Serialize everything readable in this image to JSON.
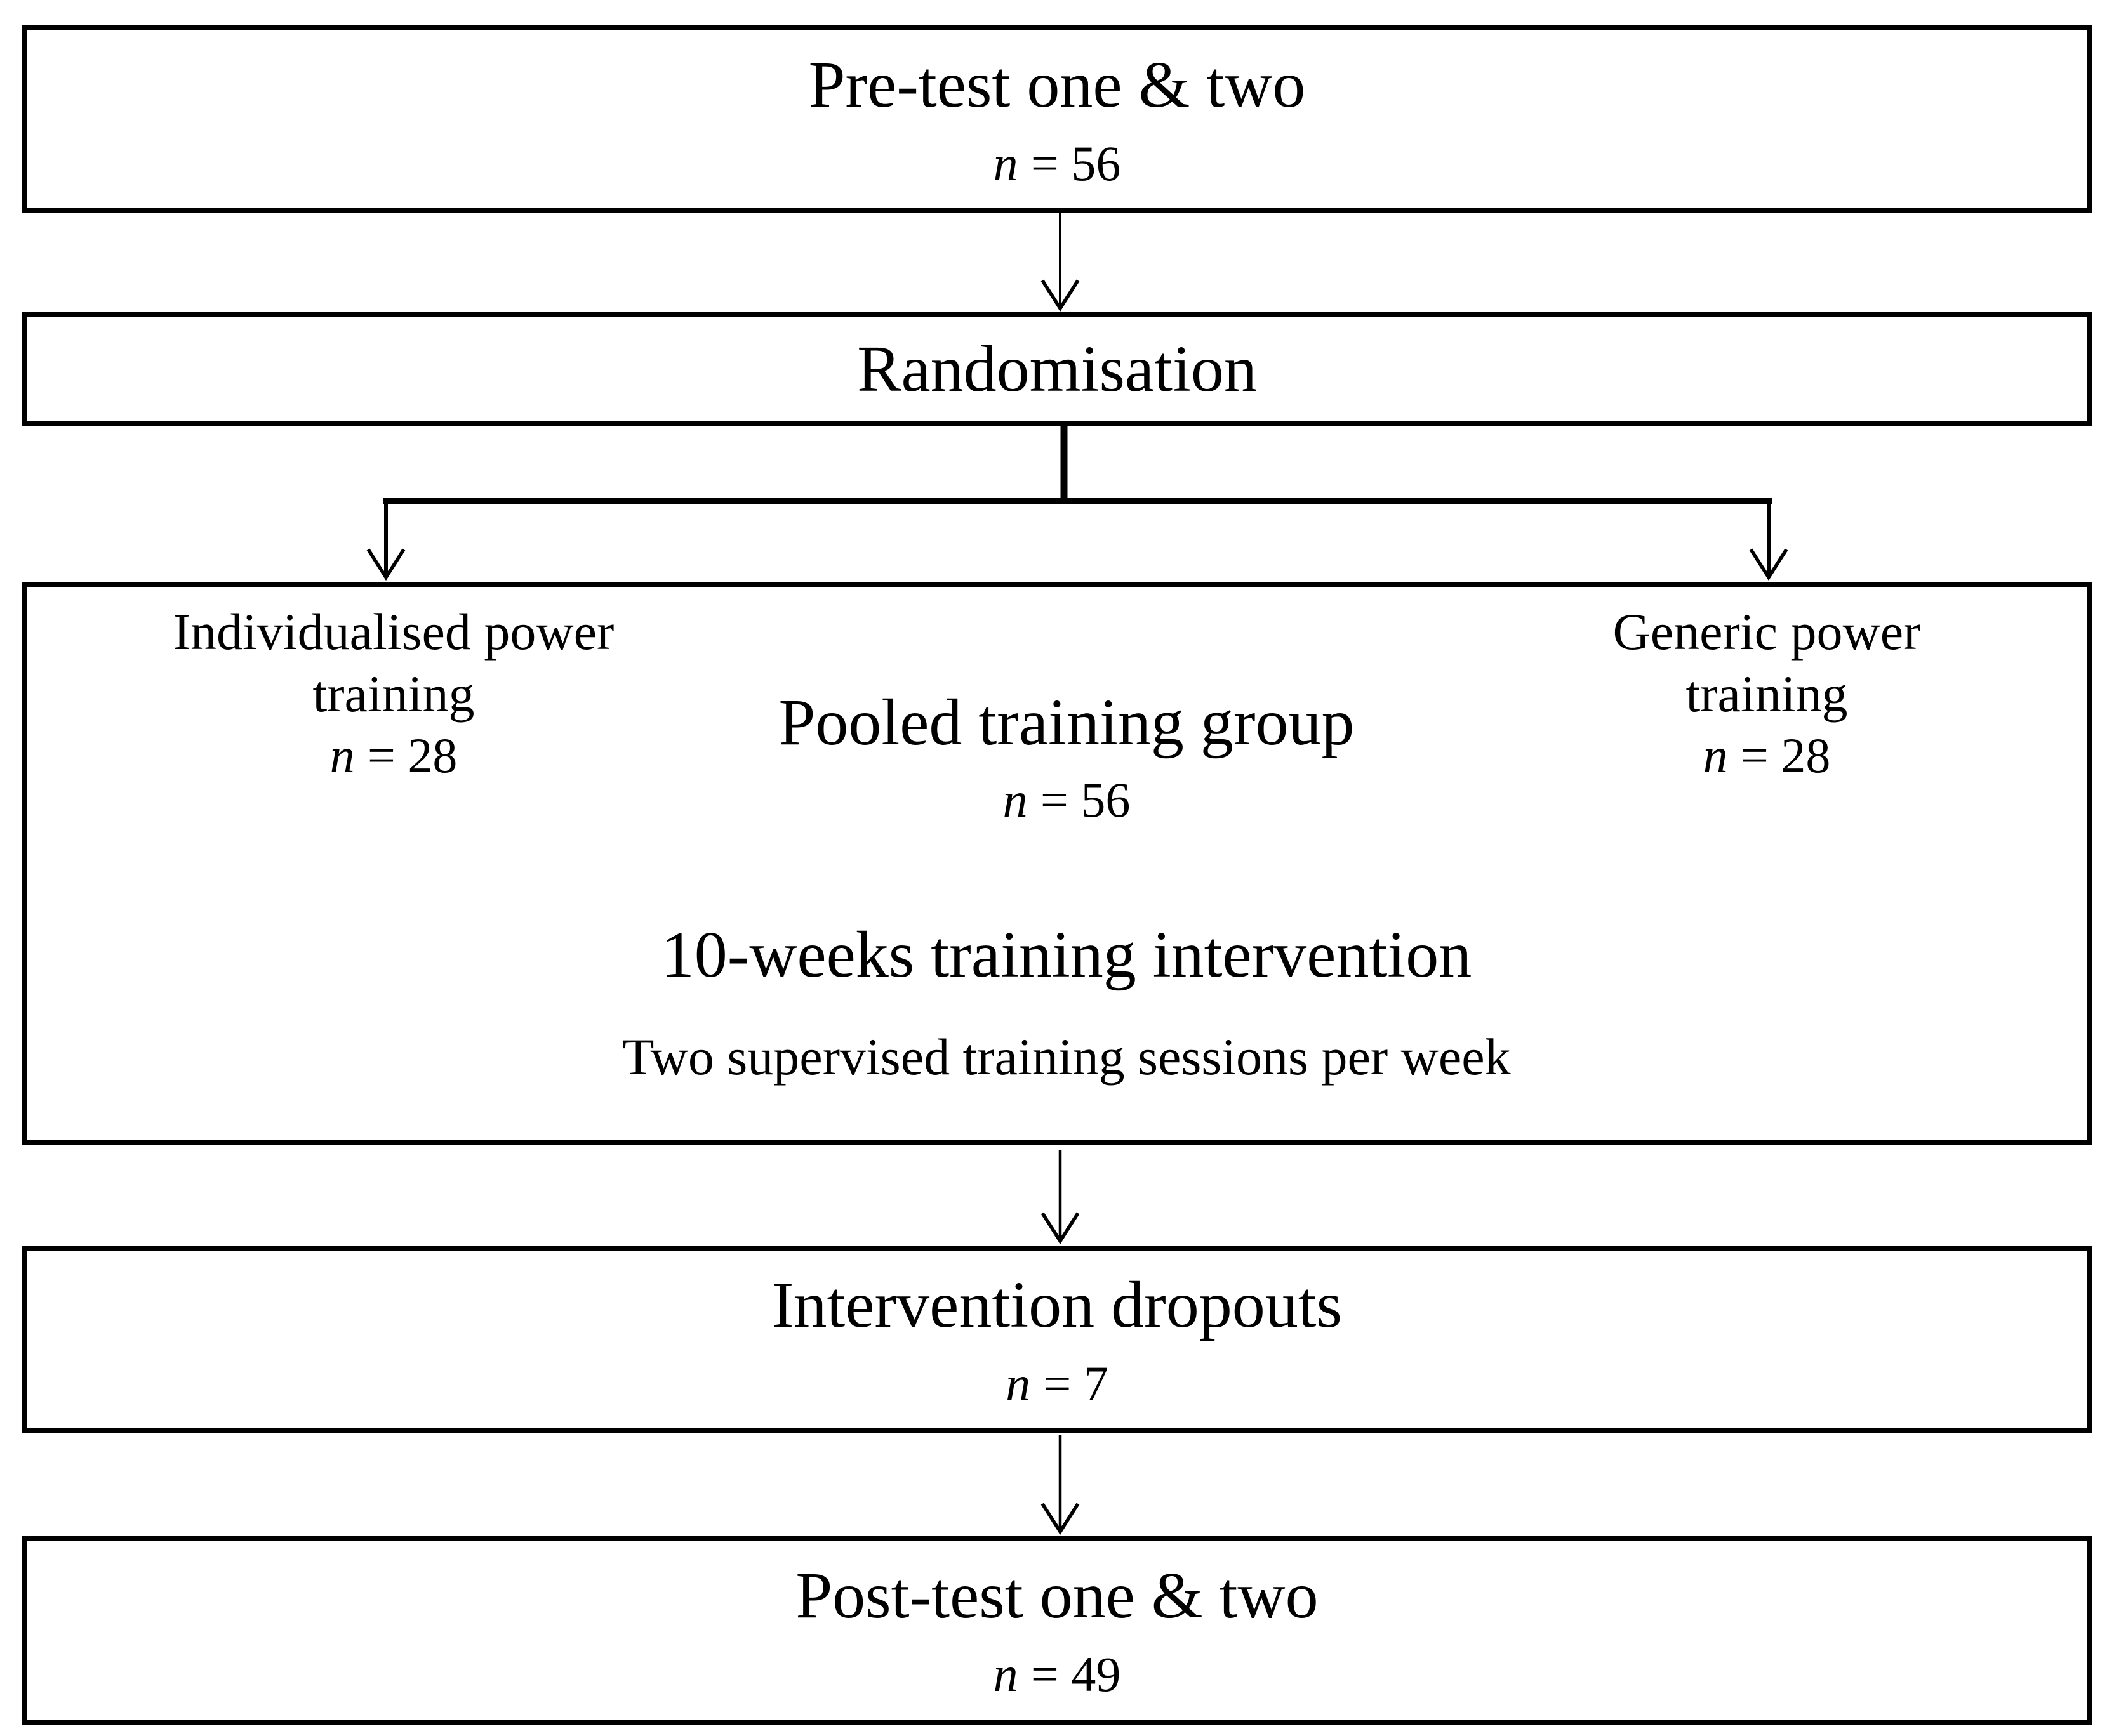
{
  "colors": {
    "ink": "#000000",
    "paper": "#ffffff"
  },
  "flow": {
    "pretest": {
      "title": "Pre-test one & two",
      "n_label": "n",
      "n_value": "= 56"
    },
    "randomisation": {
      "title": "Randomisation"
    },
    "training": {
      "left_group": {
        "line1": "Individualised power",
        "line2": "training",
        "n_label": "n",
        "n_value": "= 28"
      },
      "right_group": {
        "line1": "Generic power",
        "line2": "training",
        "n_label": "n",
        "n_value": "= 28"
      },
      "pooled": {
        "title": "Pooled training group",
        "n_label": "n",
        "n_value": "= 56"
      },
      "intervention": {
        "title": "10-weeks training intervention",
        "subtitle": "Two supervised training sessions per week"
      }
    },
    "dropouts": {
      "title": "Intervention dropouts",
      "n_label": "n",
      "n_value": "= 7"
    },
    "posttest": {
      "title": "Post-test one & two",
      "n_label": "n",
      "n_value": "= 49"
    }
  }
}
